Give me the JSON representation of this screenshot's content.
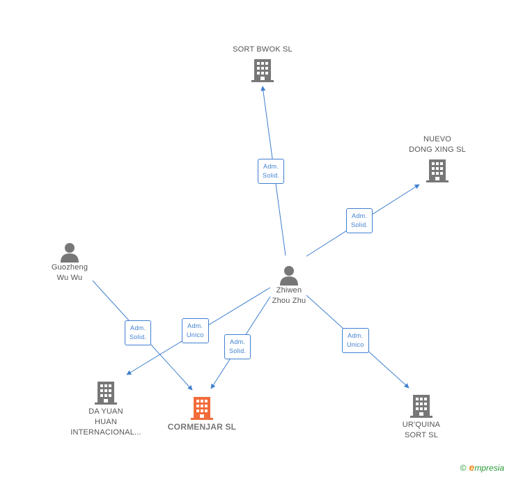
{
  "colors": {
    "edge": "#3f7fcf",
    "company": "#777777",
    "company_main": "#f26b3a",
    "person": "#777777"
  },
  "nodes": {
    "sort_bwok": {
      "label": "SORT BWOK SL",
      "icon": "building-icon"
    },
    "nuevo_dong_xing": {
      "label": "NUEVO\nDONG XING SL",
      "icon": "building-icon"
    },
    "guozheng": {
      "label": "Guozheng\nWu Wu",
      "icon": "person-icon"
    },
    "zhiwen": {
      "label": "Zhiwen\nZhou Zhu",
      "icon": "person-icon"
    },
    "da_yuan": {
      "label": "DA YUAN\nHUAN\nINTERNACIONAL...",
      "icon": "building-icon"
    },
    "cormenjar": {
      "label": "CORMENJAR SL",
      "icon": "building-icon"
    },
    "urquina": {
      "label": "UR'QUINA\nSORT SL",
      "icon": "building-icon"
    }
  },
  "roles": {
    "r_sort_bwok": "Adm.\nSolid.",
    "r_nuevo": "Adm.\nSolid.",
    "r_guozheng": "Adm.\nSolid.",
    "r_da_yuan": "Adm.\nUnico",
    "r_cormenjar": "Adm.\nSolid.",
    "r_urquina": "Adm.\nUnico"
  },
  "footer": {
    "copyright": "©",
    "brand_initial": "e",
    "brand_rest": "mpresia"
  }
}
